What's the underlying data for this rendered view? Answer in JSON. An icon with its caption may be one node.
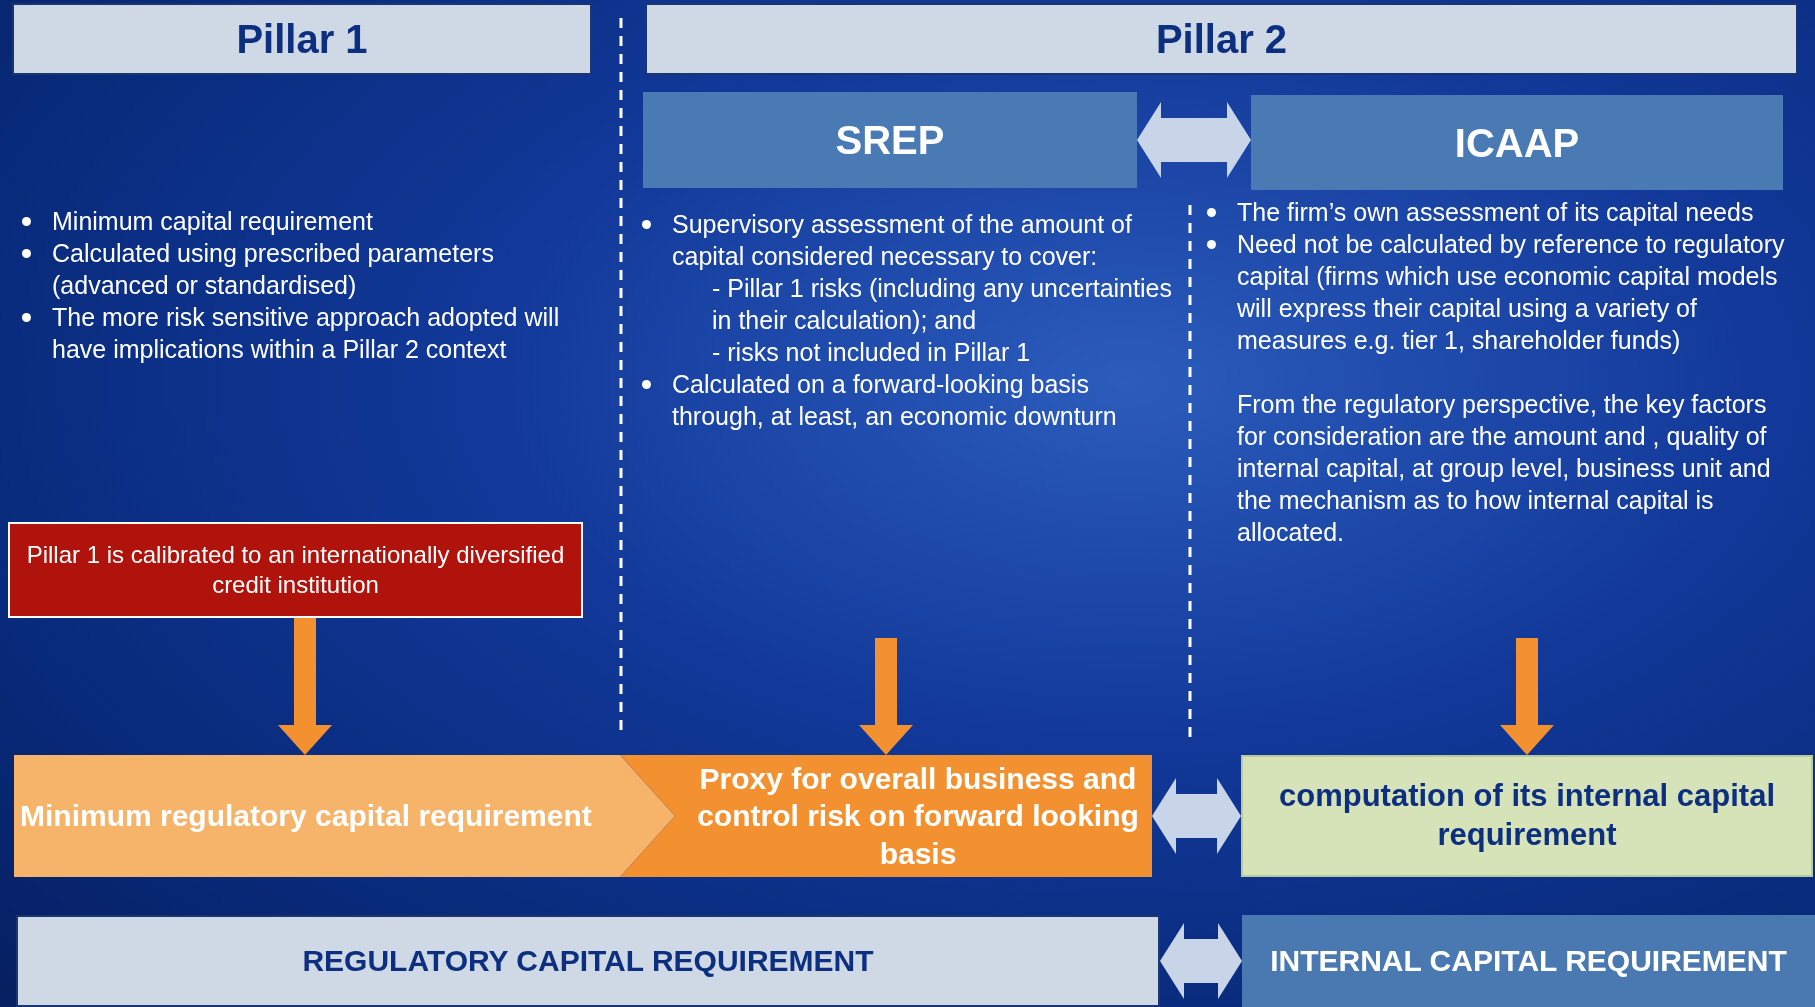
{
  "diagram": {
    "nodes": [
      {
        "text": [
          "Pillar 1"
        ]
      },
      {
        "text": [
          "Pillar 2"
        ]
      },
      {
        "text": [
          "SREP"
        ]
      },
      {
        "text": [
          "ICAAP"
        ]
      },
      {
        "text": [
          "Pillar 1 is calibrated to an internationally diversified credit institution"
        ]
      },
      {
        "text": [
          "Minimum regulatory capital requirement"
        ]
      },
      {
        "text": [
          "Proxy for overall business and control risk on forward looking  basis"
        ]
      },
      {
        "text": [
          "computation of its internal capital requirement"
        ]
      },
      {
        "text": [
          "REGULATORY CAPITAL REQUIREMENT"
        ]
      },
      {
        "text": [
          "INTERNAL CAPITAL REQUIREMENT"
        ]
      }
    ],
    "edges": [
      {
        "from": 2,
        "to": 3,
        "arrow": "both"
      },
      {
        "from": 4,
        "to": 5,
        "arrow": "to",
        "color": "#f39130"
      },
      {
        "from": null,
        "to": 6,
        "arrow": "to",
        "color": "#f39130"
      },
      {
        "from": null,
        "to": 7,
        "arrow": "to",
        "color": "#f39130"
      },
      {
        "from": 6,
        "to": 7,
        "arrow": "both"
      },
      {
        "from": 8,
        "to": 9,
        "arrow": "both"
      }
    ],
    "labels": [
      "Minimum capital requirement",
      "Calculated using prescribed parameters (advanced or standardised)",
      "The more risk sensitive approach adopted will have implications within a Pillar 2 context",
      "Supervisory assessment of the amount of capital considered necessary to cover:",
      "- Pillar 1 risks (including any uncertainties in their calculation); and",
      "- risks not included in Pillar 1",
      "Calculated on a forward-looking basis through, at least, an economic downturn",
      "The firm’s own assessment of its capital needs",
      "Need not be calculated by reference to regulatory capital (firms which use economic capital models will express their capital using a variety of measures e.g. tier 1, shareholder funds)",
      "From the regulatory perspective, the key factors for consideration are the amount and , quality of internal capital, at group level, business unit and the mechanism as to how internal  capital is allocated."
    ]
  }
}
